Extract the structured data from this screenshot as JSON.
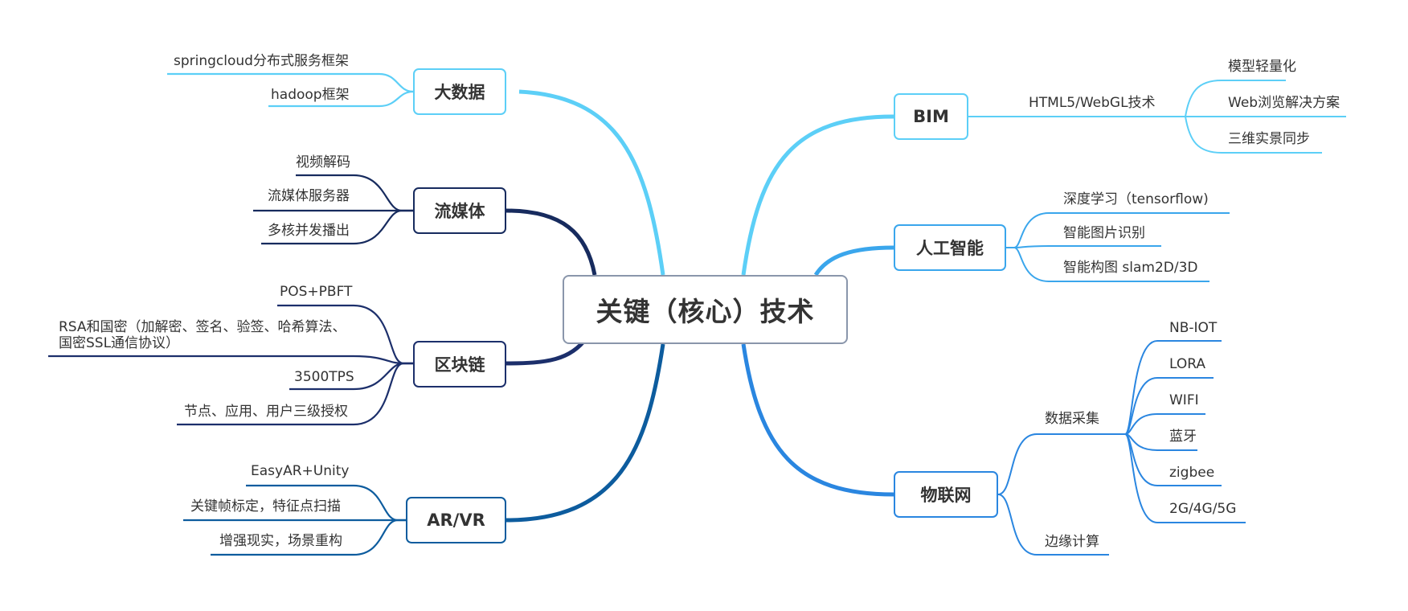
{
  "center": {
    "label": "关键（核心）技术"
  },
  "branches": {
    "bigdata": {
      "label": "大数据",
      "color": "#5ccff7",
      "items": [
        "springcloud分布式服务框架",
        "hadoop框架"
      ]
    },
    "streaming": {
      "label": "流媒体",
      "color": "#172b5e",
      "items": [
        "视频解码",
        "流媒体服务器",
        "多核并发播出"
      ]
    },
    "blockchain": {
      "label": "区块链",
      "color": "#1c2f6b",
      "items": [
        "POS+PBFT",
        "RSA和国密（加解密、签名、验签、哈希算法、国密SSL通信协议）",
        "3500TPS",
        "节点、应用、用户三级授权"
      ]
    },
    "arvr": {
      "label": "AR/VR",
      "color": "#0d5c9e",
      "items": [
        "EasyAR+Unity",
        "关键帧标定，特征点扫描",
        "增强现实，场景重构"
      ]
    },
    "bim": {
      "label": "BIM",
      "color": "#5ccff7",
      "sub": "HTML5/WebGL技术",
      "items": [
        "模型轻量化",
        "Web浏览解决方案",
        "三维实景同步"
      ]
    },
    "ai": {
      "label": "人工智能",
      "color": "#3aa6ec",
      "items": [
        "深度学习（tensorflow)",
        "智能图片识别",
        "智能构图 slam2D/3D"
      ]
    },
    "iot": {
      "label": "物联网",
      "color": "#2a86e0",
      "sub1": "数据采集",
      "sub1_items": [
        "NB-IOT",
        "LORA",
        "WIFI",
        "蓝牙",
        "zigbee",
        "2G/4G/5G"
      ],
      "sub2": "边缘计算"
    }
  }
}
